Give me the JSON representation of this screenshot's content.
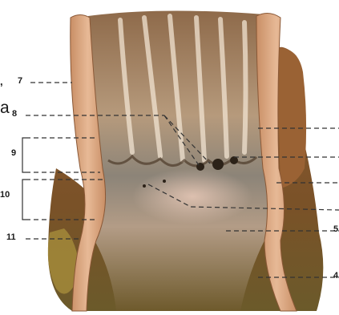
{
  "figure": {
    "colors": {
      "mucosa_dark": "#6b4a32",
      "mucosa_light": "#c9b59a",
      "wall_pink": "#d9a583",
      "outer_tissue": "#8a5a2e",
      "label_text": "#1a1a1a",
      "leader_line": "#333333"
    },
    "left_labels": {
      "l7": "7",
      "l8": "8",
      "l9": "9",
      "l10": "10",
      "l11": "11"
    },
    "cut_text": {
      "comma": ",",
      "a": "a"
    },
    "right_labels": {
      "r5": "5",
      "r4": "4"
    }
  }
}
